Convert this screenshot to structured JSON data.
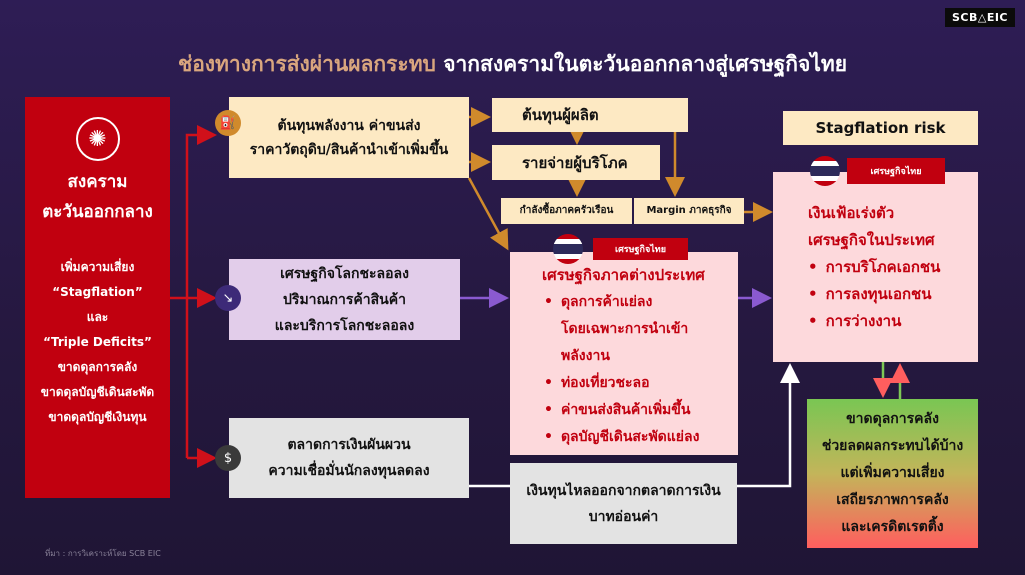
{
  "header": {
    "title_part1": "ช่องทางการส่งผ่านผลกระทบ",
    "title_part2": "จากสงครามในตะวันออกกลางสู่เศรษฐกิจไทย",
    "logo": "SCB△EIC"
  },
  "source": {
    "primary": {
      "title_lines": [
        "สงคราม",
        "ตะวันออกกลาง"
      ],
      "lines": [
        "เพิ่มความเสี่ยง",
        "“Stagflation”",
        "และ",
        "“Triple Deficits”",
        "ขาดดุลการคลัง",
        "ขาดดุลบัญชีเดินสะพัด",
        "ขาดดุลบัญชีเงินทุน"
      ]
    }
  },
  "channels": {
    "energy": {
      "lines": [
        "ต้นทุนพลังงาน ค่าขนส่ง",
        "ราคาวัตถุดิบ/สินค้านำเข้าเพิ่มขึ้น"
      ],
      "icon": "fuel-pump-icon"
    },
    "global": {
      "lines": [
        "เศรษฐกิจโลกชะลอลง",
        "ปริมาณการค้าสินค้า",
        "และบริการโลกชะลอลง"
      ],
      "icon": "declining-chart-icon"
    },
    "financial": {
      "lines": [
        "ตลาดการเงินผันผวน",
        "ความเชื่อมั่นนักลงทุนลดลง"
      ],
      "icon": "money-volatility-icon"
    }
  },
  "intermediate": {
    "producer_cost": "ต้นทุนผู้ผลิต",
    "consumer_expense": "รายจ่ายผู้บริโภค",
    "household_power": "กำลังซื้อภาคครัวเรือน",
    "margin": "Margin ภาคธุรกิจ",
    "capital_outflow": [
      "เงินทุนไหลออกจากตลาดการเงิน",
      "บาทอ่อนค่า"
    ]
  },
  "foreign": {
    "tag": "เศรษฐกิจไทย",
    "heading": "เศรษฐกิจภาคต่างประเทศ",
    "bullets": [
      [
        "ดุลการค้าแย่ลง",
        "โดยเฉพาะการนำเข้า",
        "พลังงาน"
      ],
      [
        "ท่องเที่ยวชะลอ"
      ],
      [
        "ค่าขนส่งสินค้าเพิ่มขึ้น"
      ],
      [
        "ดุลบัญชีเดินสะพัดแย่ลง"
      ]
    ]
  },
  "domestic": {
    "risk_label": "Stagflation risk",
    "tag": "เศรษฐกิจไทย",
    "heading": [
      "เงินเฟ้อเร่งตัว",
      "เศรษฐกิจในประเทศ"
    ],
    "bullets": [
      "การบริโภคเอกชน",
      "การลงทุนเอกชน",
      "การว่างงาน"
    ]
  },
  "fiscal": {
    "lines": [
      "ขาดดุลการคลัง",
      "ช่วยลดผลกระทบได้บ้าง",
      "แต่เพิ่มความเสี่ยง",
      "เสถียรภาพการคลัง",
      "และเครดิตเรตติ้ง"
    ]
  },
  "footer": {
    "source_note": "ที่มา : การวิเคราะห์โดย SCB EIC"
  },
  "colors": {
    "background": "#2a1c4a",
    "war_red": "#c1000f",
    "cream": "#fde9c3",
    "lavender": "#e2cdea",
    "pink": "#fdd9dc",
    "arrow_orange": "#d08a2c",
    "arrow_purple": "#8a5ad0"
  }
}
